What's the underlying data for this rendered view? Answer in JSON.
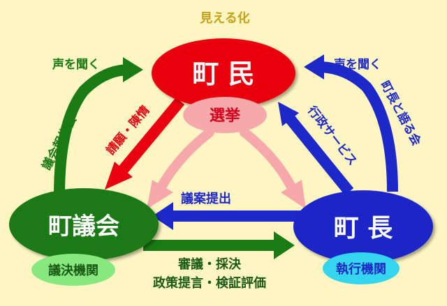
{
  "title": "見える化",
  "nodes": {
    "residents": {
      "label": "町 民",
      "color": "#e8000e"
    },
    "council": {
      "label": "町議会",
      "color": "#1a7a14",
      "sub": "議決機関",
      "sub_color": "#86e87e"
    },
    "mayor": {
      "label": "町 長",
      "color": "#1d28c8",
      "sub": "執行機関",
      "sub_color": "#33d6ee"
    },
    "election": {
      "label": "選挙",
      "color": "#f7a8ab"
    }
  },
  "arrows": {
    "council_report": "議会報告会",
    "council_listen": "声を聞く",
    "petition": "請願・陳情",
    "mayor_listen": "声を聞く",
    "mayor_talk": "町長と語る会",
    "admin_service": "行政サービス",
    "bill_submit": "議案提出",
    "deliberation": "審議・採決",
    "policy_eval": "政策提言・検証評価"
  },
  "colors": {
    "background": "#fdf6c3",
    "green": "#1a7a14",
    "red": "#e8000e",
    "blue": "#1d28c8",
    "pink": "#f7a8ab",
    "title": "#c9a21c"
  }
}
